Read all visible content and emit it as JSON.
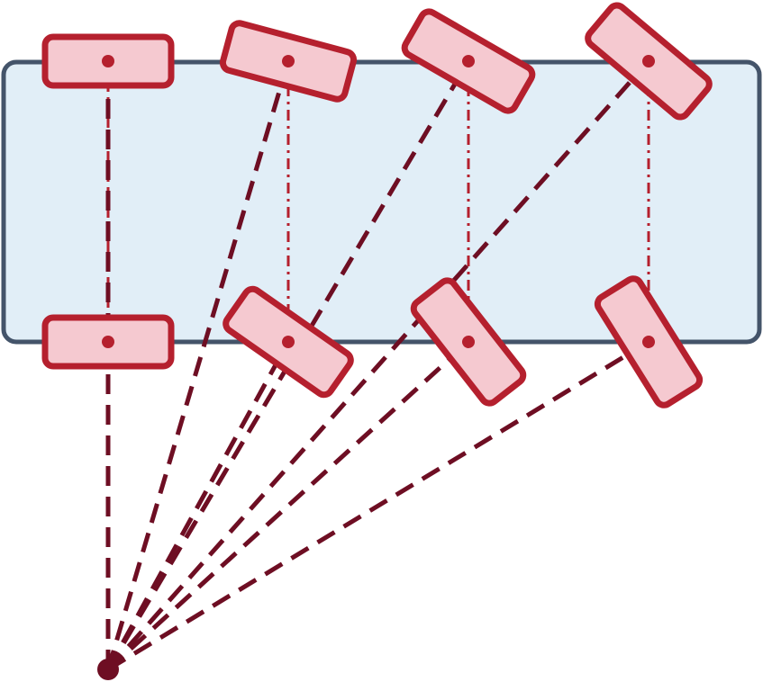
{
  "colors": {
    "background": "#ffffff",
    "body_fill": "#e1eef7",
    "body_stroke": "#44546a",
    "wheel_fill": "#f5c9d0",
    "wheel_stroke": "#b5202e",
    "axle_line": "#b5202e",
    "ray_line": "#6e0e23",
    "center_point": "#6e0e23"
  },
  "diagram": {
    "vehicle_body": {
      "icon": "rounded-rectangle"
    },
    "wheel_pairs": [
      {
        "id": "pair-1",
        "top_angle_deg": 0,
        "bottom_angle_deg": 0
      },
      {
        "id": "pair-2",
        "top_angle_deg": 15,
        "bottom_angle_deg": 35
      },
      {
        "id": "pair-3",
        "top_angle_deg": 30,
        "bottom_angle_deg": 52
      },
      {
        "id": "pair-4",
        "top_angle_deg": 40,
        "bottom_angle_deg": 58
      }
    ],
    "center_of_rotation": {
      "icon": "filled-circle"
    }
  }
}
